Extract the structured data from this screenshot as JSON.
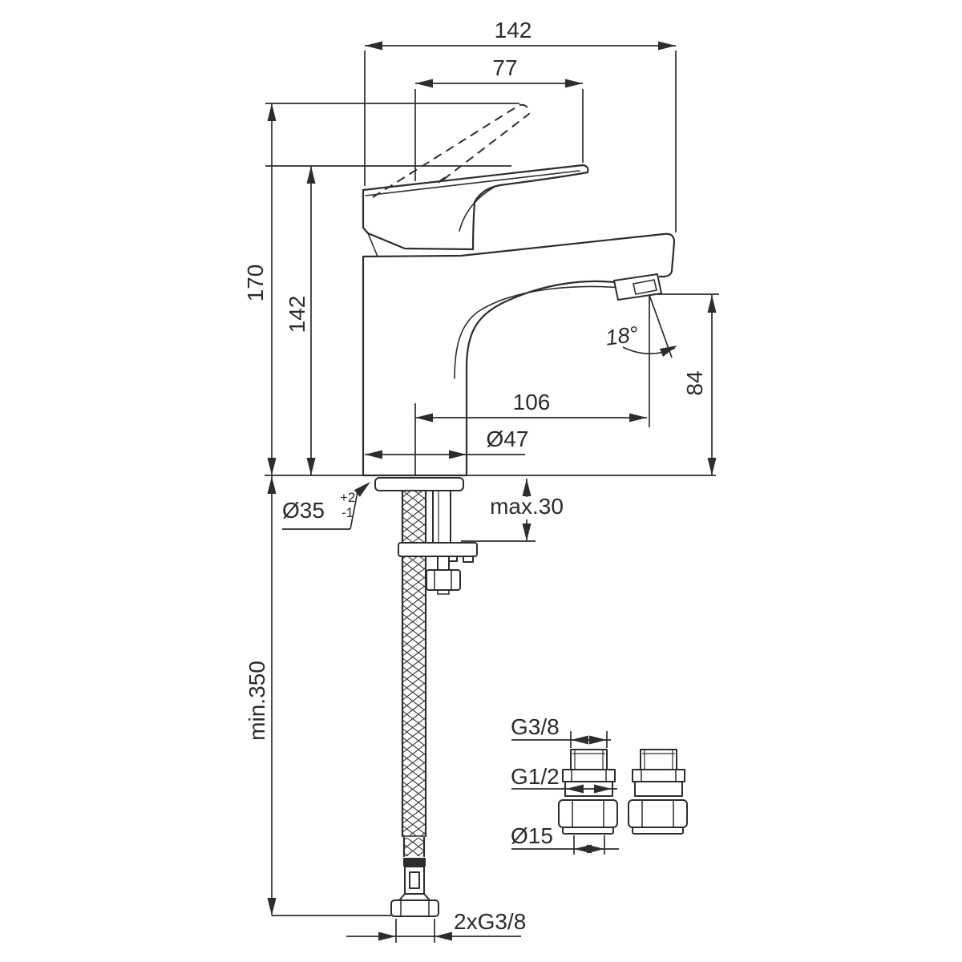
{
  "drawing": {
    "background": "#ffffff",
    "line_color": "#2d2d2d",
    "dimensions": {
      "total_width": "142",
      "handle_span": "77",
      "total_height": "170",
      "body_height": "142",
      "spout_reach": "106",
      "spout_outlet_height": "84",
      "spout_angle": "18°",
      "base_diameter": "Ø47",
      "mounting_hole": "Ø35",
      "mounting_hole_tol_upper": "+2",
      "mounting_hole_tol_lower": "-1",
      "max_deck_thickness": "max.30",
      "min_hose_clearance": "min.350",
      "supply_connection": "2xG3/8",
      "adapter_top_thread": "G3/8",
      "adapter_bottom_thread": "G1/2",
      "adapter_pipe_diameter": "Ø15"
    }
  }
}
